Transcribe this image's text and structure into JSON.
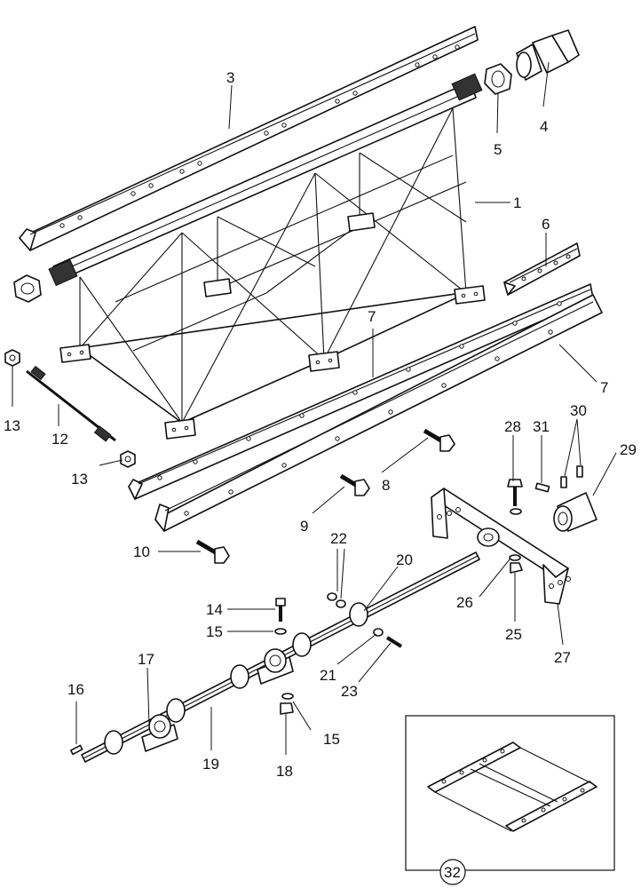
{
  "callouts": {
    "c1": "1",
    "c3": "3",
    "c4": "4",
    "c5": "5",
    "c6": "6",
    "c7a": "7",
    "c7b": "7",
    "c8": "8",
    "c9": "9",
    "c10": "10",
    "c12": "12",
    "c13a": "13",
    "c13b": "13",
    "c14": "14",
    "c15a": "15",
    "c15b": "15",
    "c16": "16",
    "c17": "17",
    "c18": "18",
    "c19": "19",
    "c20": "20",
    "c21": "21",
    "c22": "22",
    "c23": "23",
    "c25": "25",
    "c26": "26",
    "c27": "27",
    "c28": "28",
    "c29": "29",
    "c30": "30",
    "c31": "31",
    "c32": "32"
  }
}
